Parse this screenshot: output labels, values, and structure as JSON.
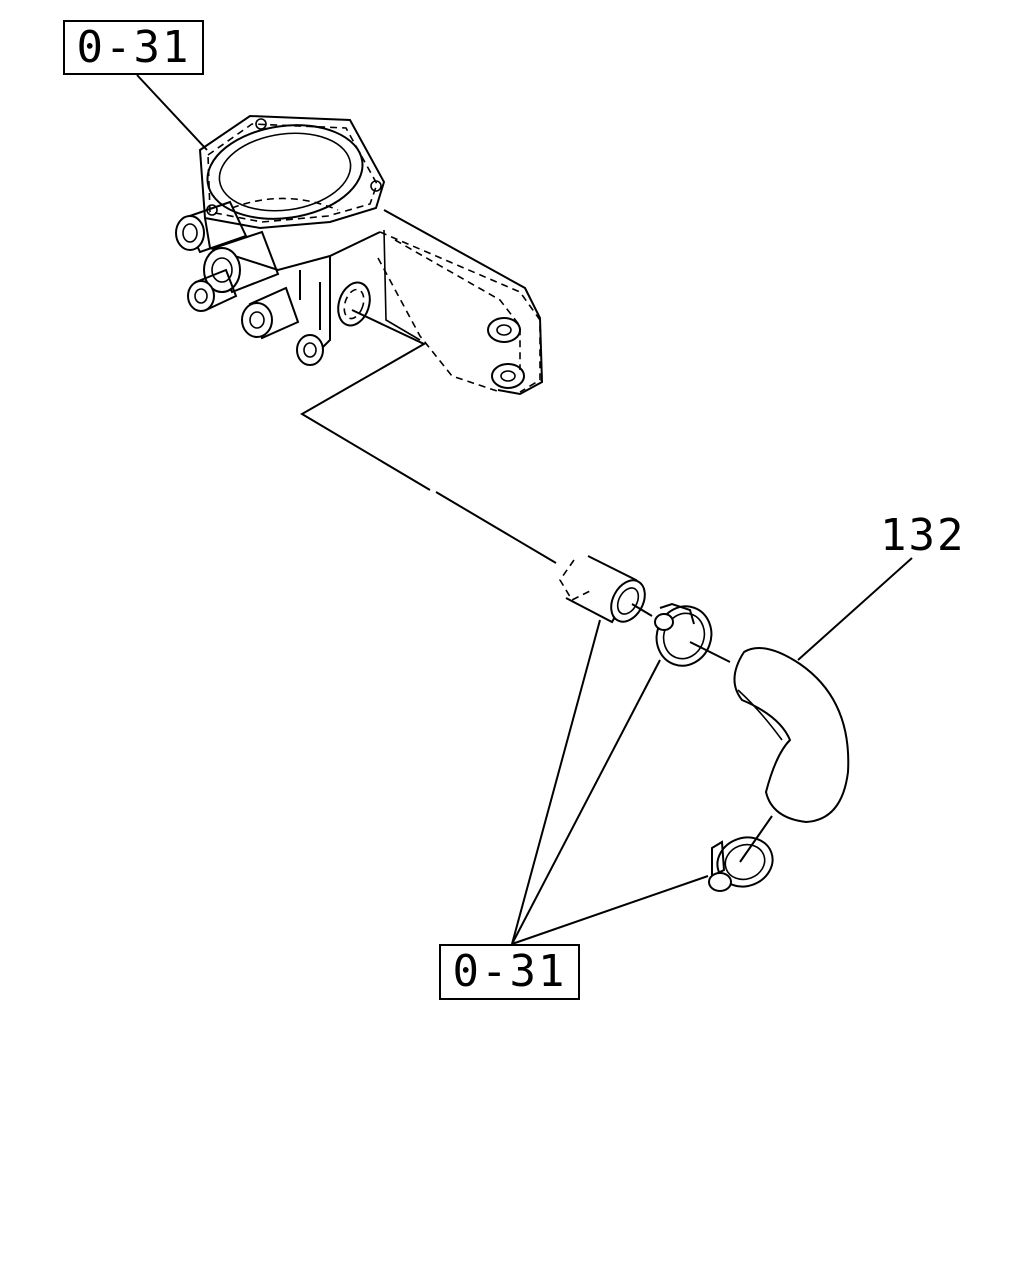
{
  "callouts": {
    "top_ref": "0-31",
    "bottom_ref": "0-31",
    "hose_part_no": "132"
  }
}
